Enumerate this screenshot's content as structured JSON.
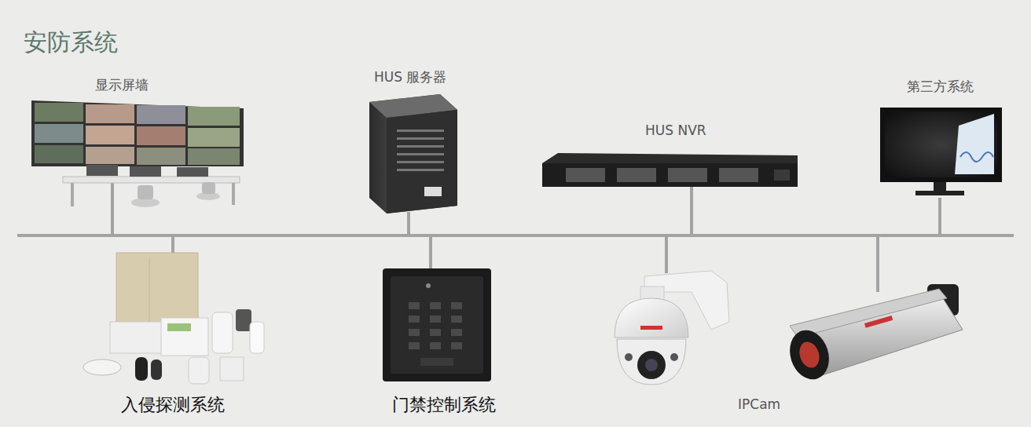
{
  "diagram": {
    "title": "安防系统",
    "labels": [
      "显示屏墙",
      "HUS 服务器",
      "HUS NVR",
      "第三方系统",
      "入侵探测系统",
      "门禁控制系统",
      "IPCam"
    ]
  }
}
